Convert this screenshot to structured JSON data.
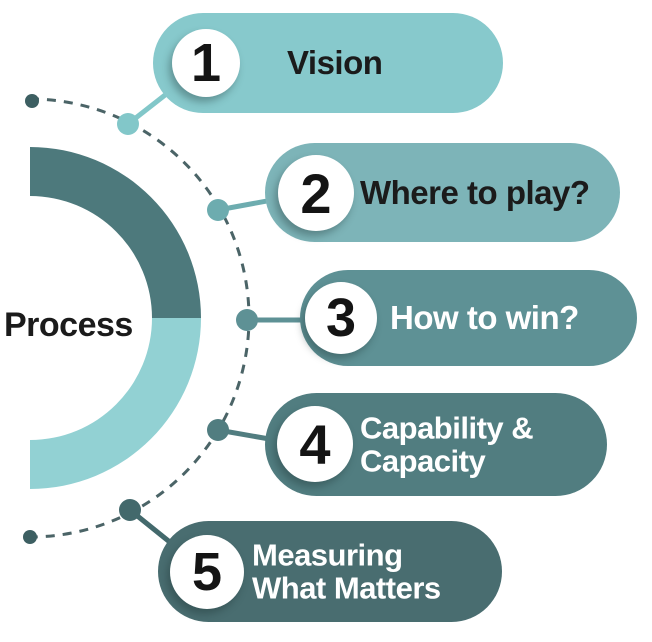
{
  "diagram": {
    "center_label": "Process",
    "steps": [
      {
        "number": "1",
        "label": "Vision",
        "pill_color": "#87c9cc",
        "text_color": "#1b1b1b",
        "accent_color": "#82c7c9"
      },
      {
        "number": "2",
        "label": "Where to play?",
        "pill_color": "#7db4b8",
        "text_color": "#1b1b1b",
        "accent_color": "#6dacaf"
      },
      {
        "number": "3",
        "label": "How to win?",
        "pill_color": "#5e9195",
        "text_color": "#ffffff",
        "accent_color": "#5e9195"
      },
      {
        "number": "4",
        "label": "Capability & Capacity",
        "pill_color": "#517d80",
        "text_color": "#ffffff",
        "accent_color": "#517d80"
      },
      {
        "number": "5",
        "label": "Measuring What Matters",
        "pill_color": "#496d70",
        "text_color": "#ffffff",
        "accent_color": "#43696c"
      }
    ],
    "colors": {
      "background": "#ffffff",
      "donut_top": "#4d797c",
      "donut_bottom": "#92d1d3",
      "dashed_arc": "#4b6467",
      "end_dot": "#3d5f62",
      "number_color": "#141414",
      "circle_fill": "#ffffff"
    }
  }
}
